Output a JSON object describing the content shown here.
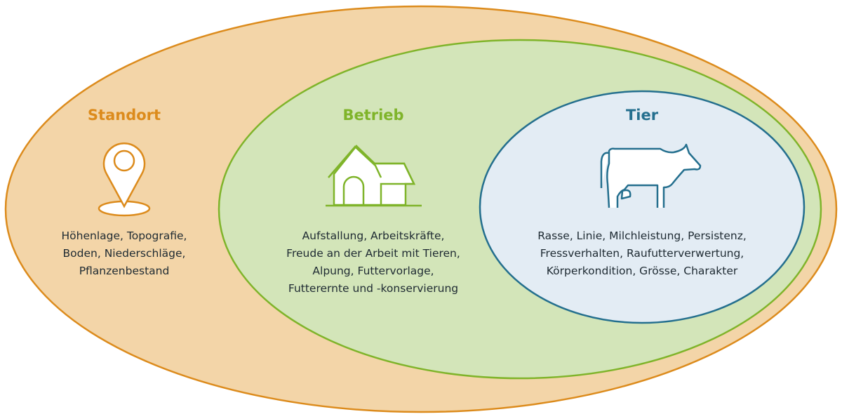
{
  "colors": {
    "standort_fill": "#f3d5a8",
    "standort_stroke": "#dc8b1c",
    "betrieb_fill": "#d3e5b9",
    "betrieb_stroke": "#7fb42a",
    "tier_fill": "#e3ecf4",
    "tier_stroke": "#246f8e"
  },
  "standort": {
    "title": "Standort",
    "icon": "location-pin-icon",
    "lines": [
      "Höhenlage, Topografie,",
      "Boden, Niederschläge,",
      "Pflanzenbestand"
    ]
  },
  "betrieb": {
    "title": "Betrieb",
    "icon": "farm-house-icon",
    "lines": [
      "Aufstallung, Arbeitskräfte,",
      "Freude an der Arbeit mit Tieren,",
      "Alpung, Futtervorlage,",
      "Futterernte und -konservierung"
    ]
  },
  "tier": {
    "title": "Tier",
    "icon": "cow-icon",
    "lines": [
      "Rasse, Linie, Milchleistung, Persistenz,",
      "Fressverhalten, Raufutterverwertung,",
      "Körperkondition, Grösse, Charakter"
    ]
  }
}
